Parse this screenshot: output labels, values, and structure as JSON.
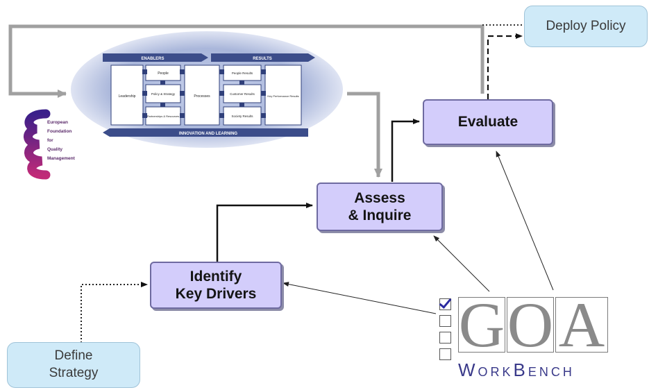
{
  "nodes": {
    "assess": "Assess\n& Inquire",
    "evaluate": "Evaluate",
    "identify": "Identify\nKey Drivers",
    "deploy": "Deploy Policy",
    "define": "Define\nStrategy"
  },
  "efqm_logo": {
    "lines": [
      "European",
      "Foundation",
      "for",
      "Quality",
      "Management"
    ]
  },
  "efqm_model": {
    "top_bands": [
      "ENABLERS",
      "RESULTS"
    ],
    "bottom_band": "INNOVATION AND LEARNING",
    "blocks": {
      "leadership": "Leadership",
      "people": "People",
      "strategy": "Policy & Strategy",
      "partnerships": "Partnerships & Resources",
      "processes": "Processes",
      "people_results": "People Results",
      "customer_results": "Customer Results",
      "society_results": "Society Results",
      "kpr": "Key Performance Results"
    }
  },
  "goa_logo": {
    "letters": [
      "G",
      "O",
      "A"
    ],
    "wordmark": "WorkBench",
    "checkboxes": [
      true,
      false,
      false,
      false
    ]
  },
  "colors": {
    "process_fill": "#d3cdfb",
    "process_border": "#6e6aa0",
    "endpoint_fill": "#cfeaf8",
    "efqm_oval": "#a9b6da",
    "efqm_band": "#3c4d8a",
    "efqm_logo_gradient": [
      "#3a1f8a",
      "#c02a78"
    ],
    "feedback_loop": "#a0a0a0"
  }
}
